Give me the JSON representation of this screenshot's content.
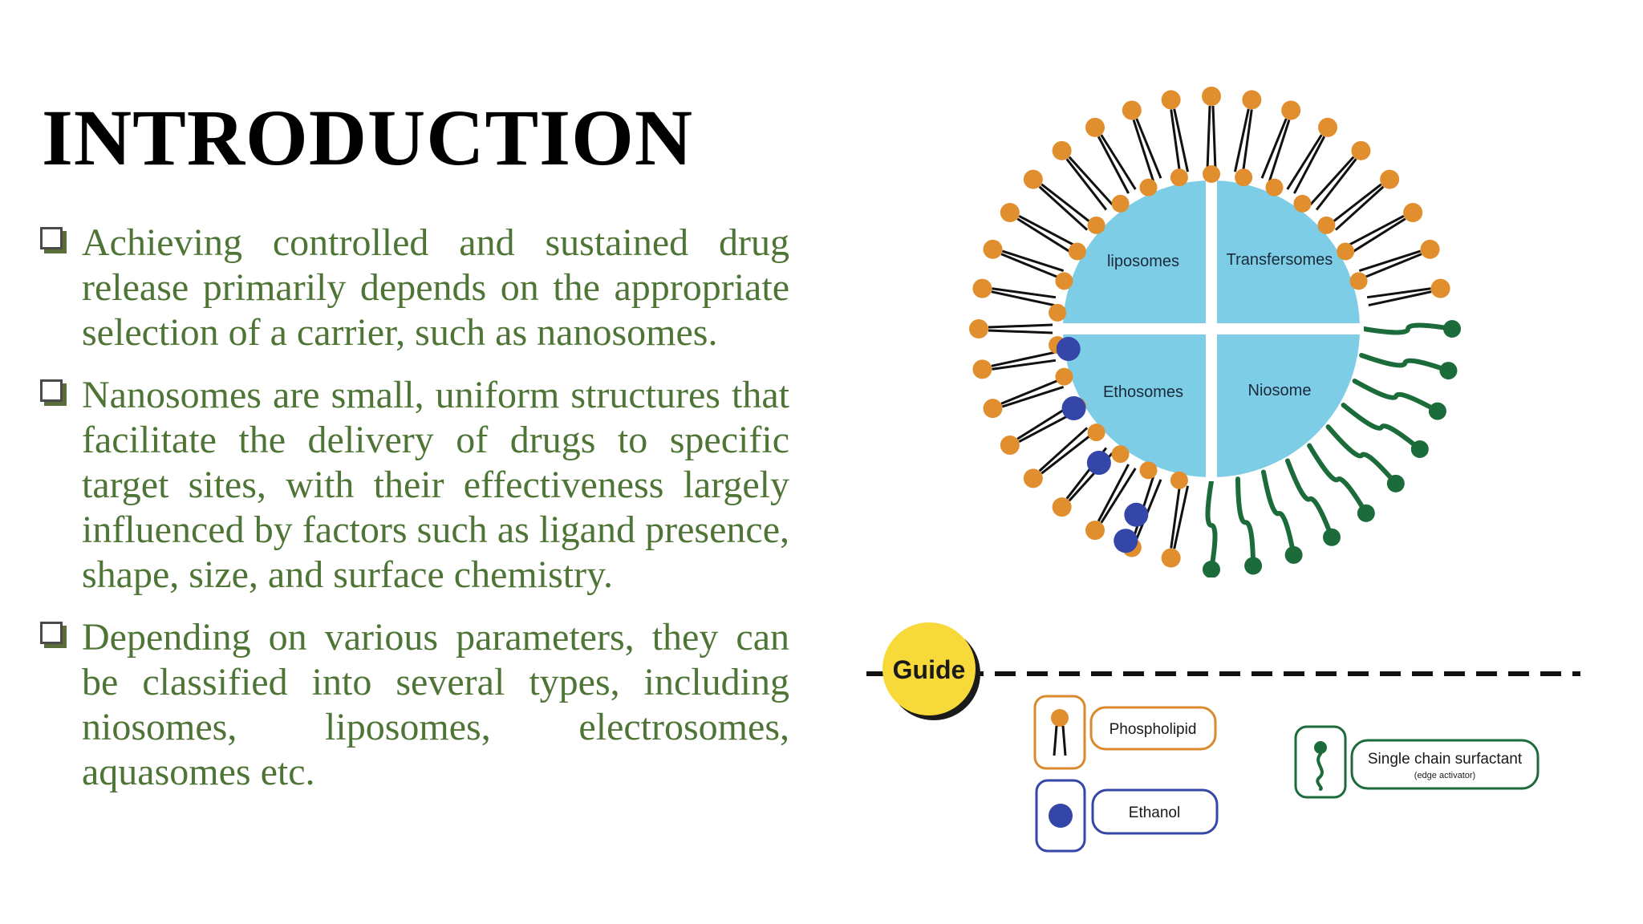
{
  "slide": {
    "title": "INTRODUCTION",
    "bullets": [
      "Achieving controlled and sustained drug release primarily depends on the appropriate selection of a carrier, such as nanosomes.",
      "Nanosomes are small, uniform structures that facilitate the delivery of drugs to specific target sites, with their effectiveness largely influenced by factors such as ligand presence, shape, size, and surface chemistry.",
      "Depending on various parameters, they can be classified into several types, including niosomes, liposomes, electrosomes, aquasomes etc."
    ]
  },
  "diagram": {
    "quadrants": [
      "liposomes",
      "Transfersomes",
      "Ethosomes",
      "Niosome"
    ],
    "colors": {
      "core": "#7ecde6",
      "head": "#e08e2e",
      "ethanol": "#3446a8",
      "surfactant": "#1c6b3a",
      "text_green": "#4e7535"
    }
  },
  "guide": {
    "badge": "Guide",
    "items": [
      {
        "label": "Phospholipid"
      },
      {
        "label": "Ethanol"
      },
      {
        "label": "Single chain surfactant",
        "sublabel": "(edge activator)"
      }
    ]
  }
}
